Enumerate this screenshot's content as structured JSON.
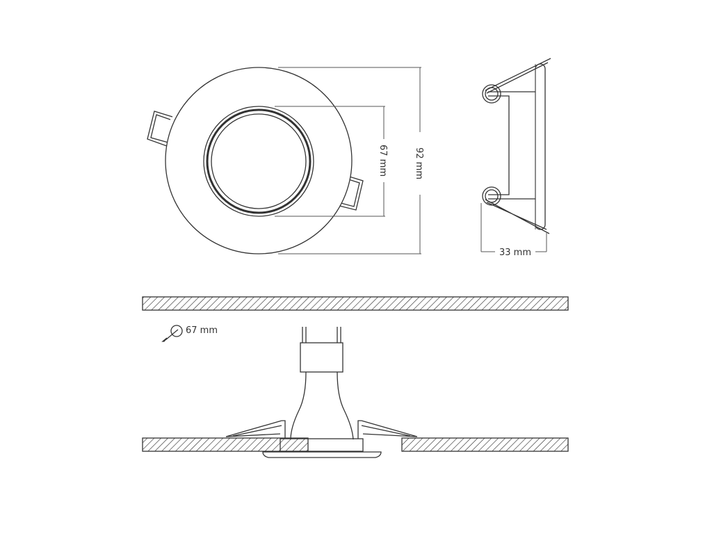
{
  "dimensions": {
    "outer_diameter": "92 mm",
    "inner_diameter": "67 mm",
    "depth": "33 mm",
    "cutout": "67 mm"
  },
  "icons": [
    "hole-saw-icon"
  ]
}
